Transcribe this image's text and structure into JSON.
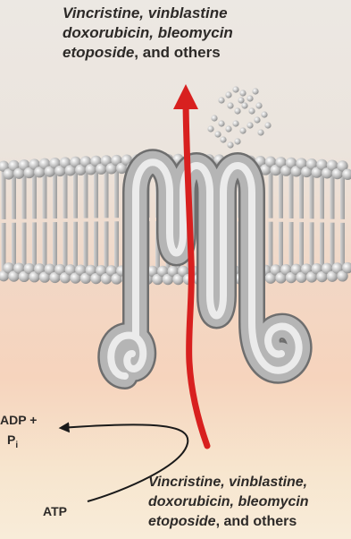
{
  "substrates_outside": {
    "line1": "Vincristine, vinblastine",
    "line2": "doxorubicin, bleomycin",
    "line3_italic": "etoposide",
    "line3_rest": ", and others"
  },
  "substrates_inside": {
    "line1": "Vincristine, vinblastine,",
    "line2": "doxorubicin, bleomycin",
    "line3_italic": "etoposide",
    "line3_rest": ", and others"
  },
  "energy": {
    "adp_label": "ADP +",
    "pi_label": "P",
    "pi_subscript": "i",
    "atp_label": "ATP"
  },
  "colors": {
    "arrow": "#d8201f",
    "lipid_head": "#b3b3b3",
    "protein_tube": "#9e9e9e",
    "background_top": "#ece8e3",
    "background_bottom": "#f6d4bd"
  }
}
